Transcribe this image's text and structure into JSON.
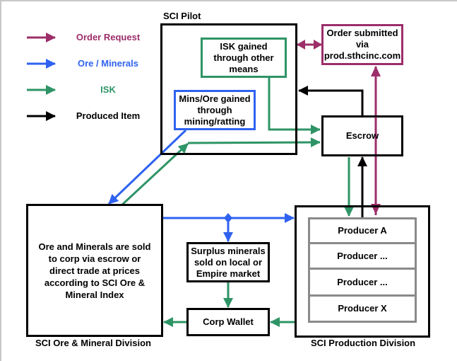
{
  "colors": {
    "order_request": "#9c2e6a",
    "ore_minerals": "#2f62f0",
    "isk": "#2e9466",
    "produced_item": "#000000",
    "producer_border": "#8a8a8a"
  },
  "legend": [
    {
      "label": "Order Request",
      "color": "#9c2e6a",
      "icon": "arrow-right-icon"
    },
    {
      "label": "Ore / Minerals",
      "color": "#2f62f0",
      "icon": "arrow-right-icon"
    },
    {
      "label": "ISK",
      "color": "#2e9466",
      "icon": "arrow-right-icon"
    },
    {
      "label": "Produced Item",
      "color": "#000000",
      "icon": "arrow-right-icon"
    }
  ],
  "pilot": {
    "title": "SCI Pilot",
    "isk_other": "ISK gained through other means",
    "mins_mining": "Mins/Ore gained through mining/ratting"
  },
  "order": {
    "text": "Order submitted via prod.sthcinc.com"
  },
  "escrow": {
    "label": "Escrow"
  },
  "ore_division": {
    "title": "SCI Ore & Mineral Division",
    "text": "Ore and Minerals are sold to corp via escrow or direct trade at prices according to SCI Ore & Mineral Index"
  },
  "surplus": {
    "text": "Surplus minerals sold on local or Empire market"
  },
  "corp_wallet": {
    "label": "Corp Wallet"
  },
  "production": {
    "title": "SCI Production Division",
    "producers": [
      "Producer A",
      "Producer ...",
      "Producer ...",
      "Producer X"
    ]
  }
}
